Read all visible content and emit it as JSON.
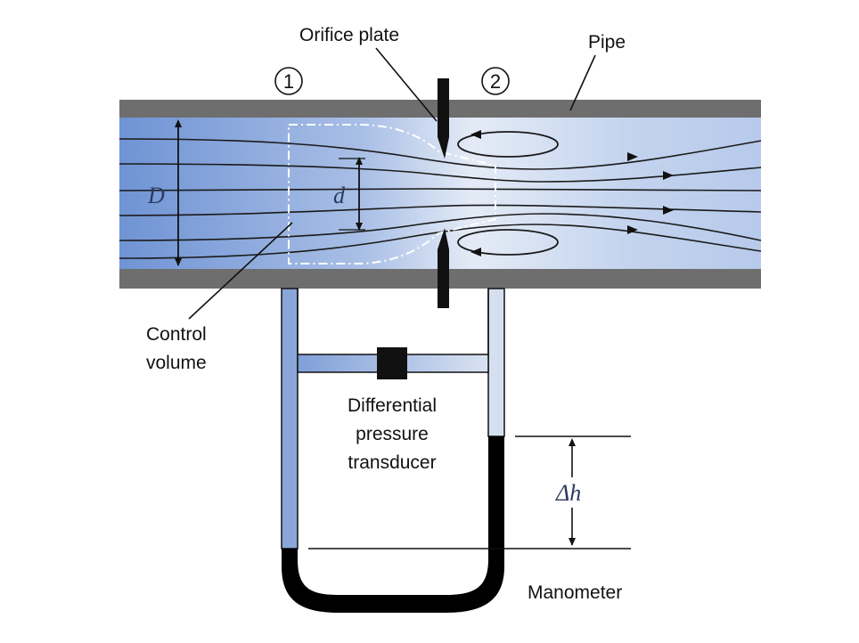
{
  "labels": {
    "orifice_plate": "Orifice plate",
    "pipe": "Pipe",
    "station_1": "1",
    "station_2": "2",
    "pipe_diameter": "D",
    "orifice_diameter": "d",
    "control_volume_line1": "Control",
    "control_volume_line2": "volume",
    "transducer_line1": "Differential",
    "transducer_line2": "pressure",
    "transducer_line3": "transducer",
    "delta_h": "Δh",
    "manometer": "Manometer"
  },
  "colors": {
    "pipe_wall": "#6e6e6e",
    "fluid_dark": "#6f93d4",
    "fluid_light": "#d8e2f2",
    "tube_dark": "#8aa6d8",
    "tube_light": "#d6dff0",
    "manometer_fluid": "#000000",
    "line": "#111111"
  }
}
